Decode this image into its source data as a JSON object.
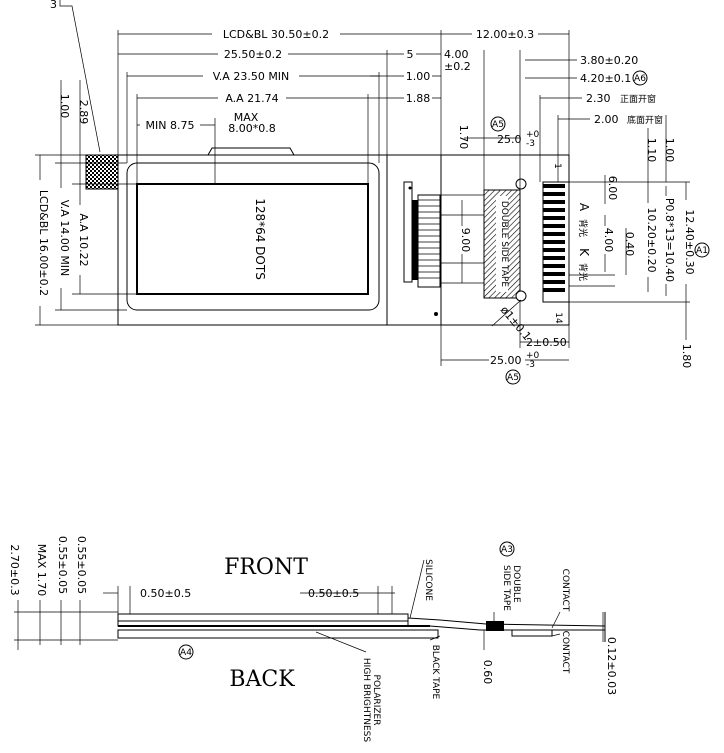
{
  "top": {
    "dims": {
      "lcd_bl_width": "LCD&BL  30.50±0.2",
      "width_25_50": "25.50±0.2",
      "five": "5",
      "va_width": "V.A  23.50  MIN",
      "one_00": "1.00",
      "aa_width": "A.A  21.74",
      "one_88": "1.88",
      "min_8_75": "MIN  8.75",
      "max": "MAX",
      "max_val": "8.00*0.8",
      "twelve": "12.00±0.3",
      "four_00": "4.00",
      "pm_02": "±0.2",
      "three_80": "3.80±0.20",
      "four_20": "4.20±0.1",
      "two_30": "2.30",
      "front_open": "正面开窗",
      "two_00": "2.00",
      "bottom_open": "底面开窗",
      "one_70": "1.70",
      "twenty_five_top": "25.0",
      "tol_top": "+0",
      "tol_bottom": "-3",
      "left_one_00": "1.00",
      "left_two_89": "2.89",
      "lcd_bl_height": "LCD&BL  16.00±0.2",
      "va_height": "V.A  14.00  MIN",
      "aa_height": "A.A  10.22",
      "right_1_00": "1.00",
      "right_1_10": "1.10",
      "pitch": "P0.8*13=10.40",
      "ten_20": "10.20±0.20",
      "zero_40": "0.40",
      "twelve_40": "12.40±0.30",
      "one_80": "1.80",
      "six_00": "6.00",
      "four_00_v": "4.00",
      "nine_00": "9.00",
      "hole": "ø1±0.1",
      "two_050": "2±0.50",
      "twenty_five_bottom": "25.00"
    },
    "labels": {
      "dots": "128*64 DOTS",
      "double_tape": "DOUBLE SIDE TAPE",
      "pin_1": "1",
      "pin_14": "14",
      "pin_A": "A",
      "pin_K": "K",
      "a_cn": "背光",
      "k_cn": "背光"
    },
    "markers": {
      "a1": "A1",
      "a5a": "A5",
      "a5b": "A5",
      "a6": "A6"
    }
  },
  "bottom": {
    "front": "FRONT",
    "back": "BACK",
    "dims": {
      "total": "2.70±0.3",
      "max": "MAX  1.70",
      "d1": "0.55±0.05",
      "d2": "0.55±0.05",
      "left_offset": "0.50±0.5",
      "right_offset": "0.50±0.5",
      "fpc_thick": "0.12±0.03",
      "six_zero": "0.60"
    },
    "labels": {
      "silicone": "SILICONE",
      "double": "DOUBLE",
      "side_tape": "SIDE  TAPE",
      "contact_top": "CONTACT",
      "contact_bottom": "CONTACT",
      "high": "HIGH  BRIGHTNESS",
      "polarizer": "POLARIZER",
      "black_tape": "BLACK  TAPE"
    },
    "markers": {
      "a3": "A3",
      "a4": "A4"
    }
  },
  "colors": {
    "ink": "#000000",
    "paper": "#ffffff"
  }
}
